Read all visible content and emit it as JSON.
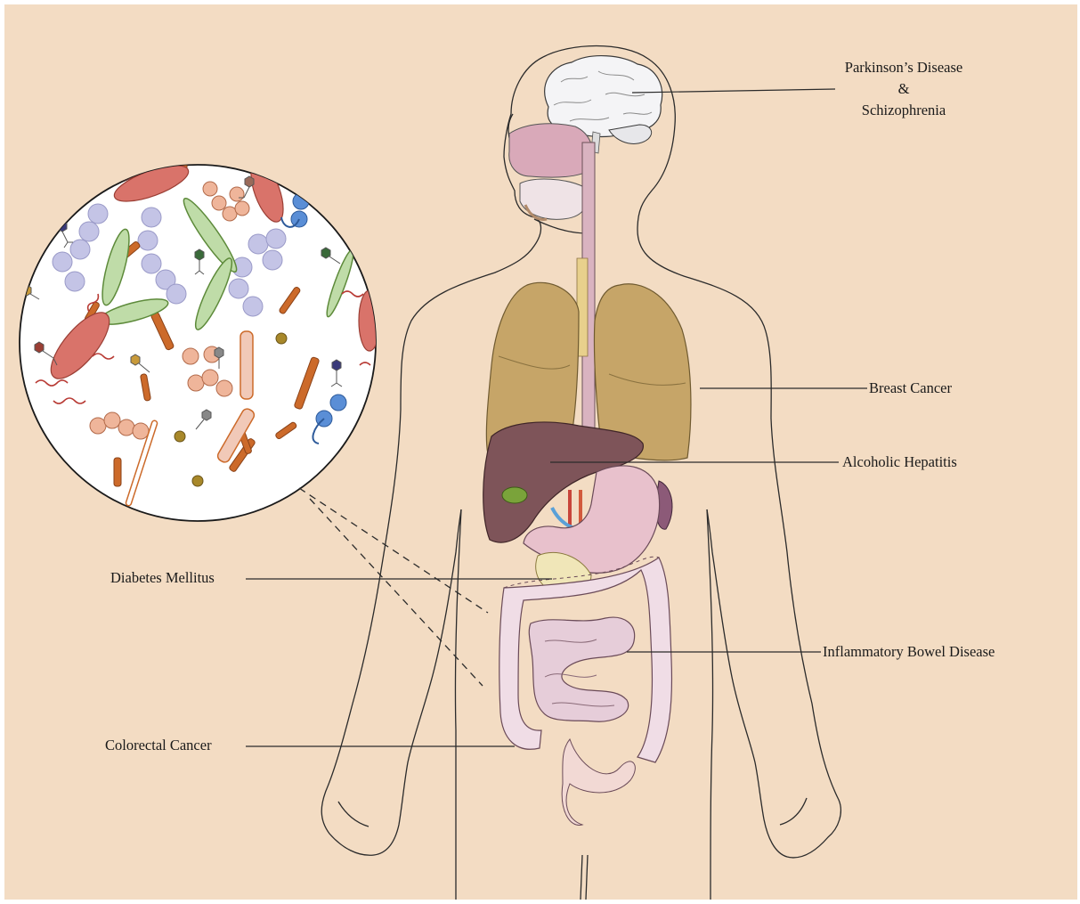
{
  "colors": {
    "background": "#f3dcc3",
    "outline": "#2b2b2b",
    "lungs": "#c6a568",
    "liver": "#7e5459",
    "stomach": "#e8c1cc",
    "intestine": "#e6cdd9",
    "brain": "#f4f4f6",
    "microbiome_circle": "#ffffff",
    "bacteria_orange": "#cc6a2a",
    "bacteria_green": "#8fb870",
    "cocci_lavender": "#c4c4e6",
    "cocci_peach": "#efb59a",
    "bacteria_red": "#d9736a"
  },
  "labels": {
    "parkinsons": "Parkinson’s Disease",
    "ampersand": "&",
    "schizophrenia": "Schizophrenia",
    "breast_cancer": "Breast Cancer",
    "alcoholic_hepatitis": "Alcoholic Hepatitis",
    "diabetes": "Diabetes Mellitus",
    "ibd": "Inflammatory Bowel Disease",
    "colorectal": "Colorectal Cancer"
  },
  "icons": {
    "brain": "brain-icon",
    "lungs": "lungs-icon",
    "liver": "liver-icon",
    "intestine": "intestine-icon",
    "microbiome": "microbiome-magnifier-icon"
  }
}
